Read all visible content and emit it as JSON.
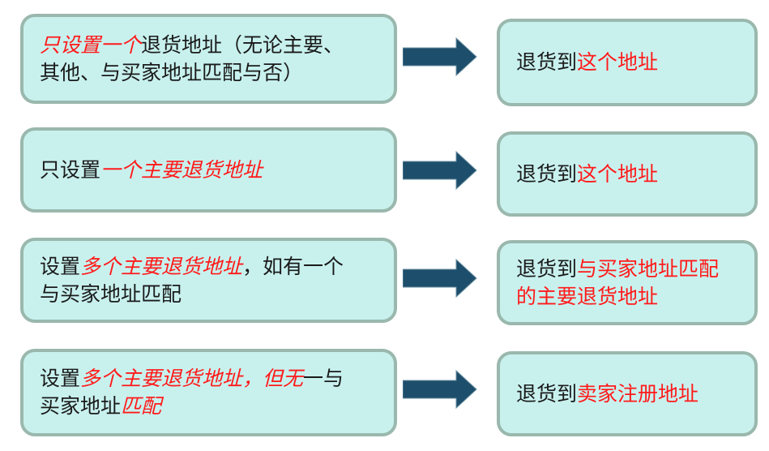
{
  "rows": [
    {
      "left": {
        "s1": "只设置一个",
        "s2": "退货地址（无论主要、",
        "s3": "其他、与买家地址匹配与否）"
      },
      "right": {
        "s1": "退货到",
        "s2": "这个地址"
      }
    },
    {
      "left": {
        "s1": "只设置",
        "s2": "一个主要退货地址"
      },
      "right": {
        "s1": "退货到",
        "s2": "这个地址"
      }
    },
    {
      "left": {
        "s1": "设置",
        "s2": "多个主要退货地址",
        "s3": "，如有一个",
        "s4": "与买家地址匹配"
      },
      "right": {
        "s1": "退货到",
        "s2": "与买家地址匹配",
        "s3": "的主要退货地址"
      }
    },
    {
      "left": {
        "s1": "设置",
        "s2": "多个主要退货地址，但无",
        "s3": "一与",
        "s4": "买家地址",
        "s5": "匹配"
      },
      "right": {
        "s1": "退货到",
        "s2": "卖家注册地址"
      }
    }
  ],
  "colors": {
    "box_fill": "#c8f1ee",
    "box_border": "#9ab8ad",
    "highlight": "#ff1a1a",
    "arrow": "#1d4e6b"
  },
  "icons": {
    "arrow": "right-arrow-icon"
  }
}
